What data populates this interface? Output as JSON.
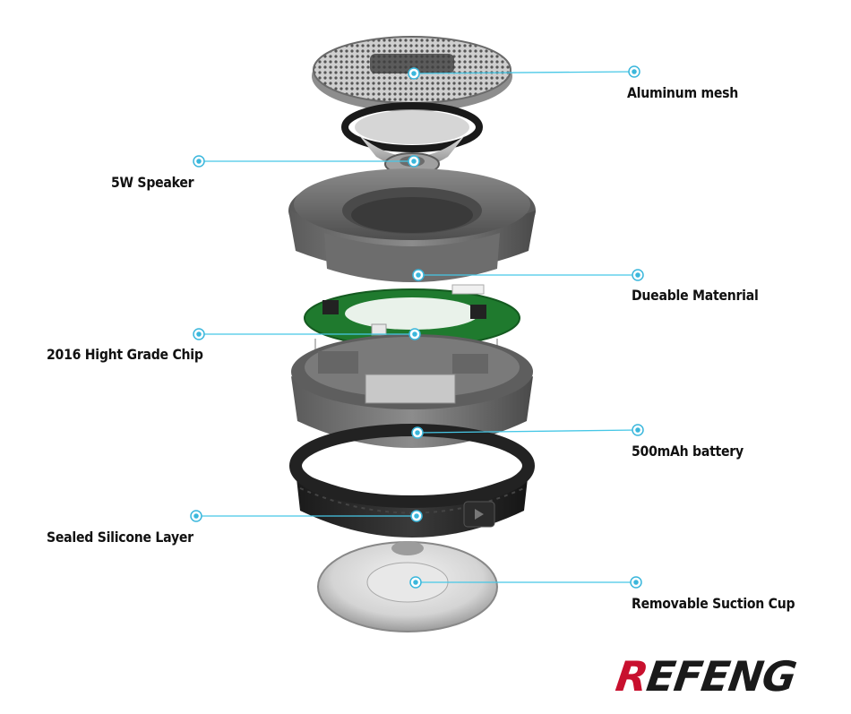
{
  "labels": {
    "aluminum_mesh": "Aluminum mesh",
    "speaker": "5W Speaker",
    "durable_material": "Dueable Matenrial",
    "chip": "2016 Hight Grade Chip",
    "battery": "500mAh battery",
    "silicone": "Sealed Silicone Layer",
    "suction_cup": "Removable Suction Cup"
  },
  "brand": {
    "first_letter": "R",
    "rest": "EFENG"
  },
  "colors": {
    "callout_line": "#46c7e6",
    "callout_dot": "#3bb7dc",
    "brand_red": "#c8102e",
    "pcb_green": "#1f7a2e",
    "housing_gray": "#6e6e6e",
    "silicone_black": "#222222"
  }
}
